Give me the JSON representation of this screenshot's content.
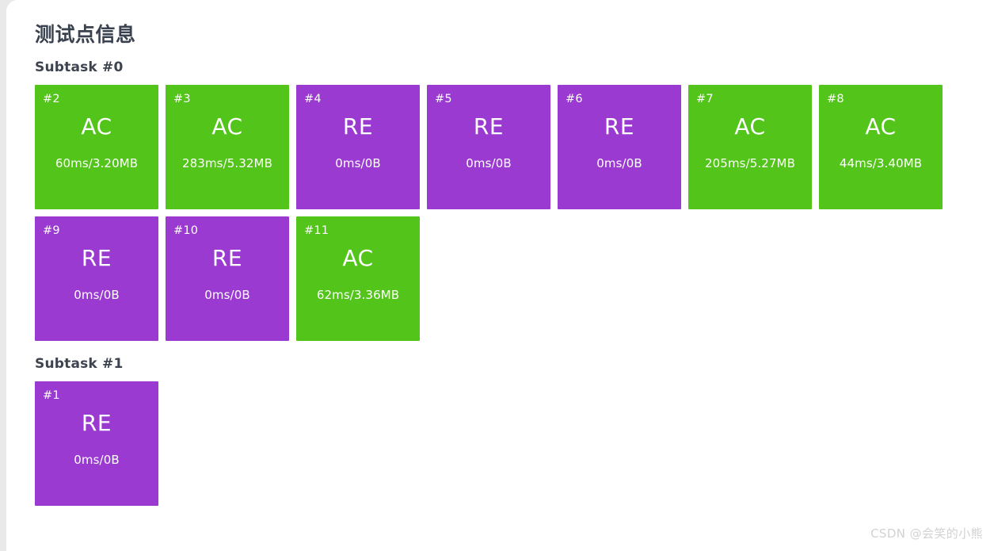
{
  "page": {
    "title": "测试点信息",
    "background_color": "#e9e9e9",
    "panel_color": "#ffffff"
  },
  "status_colors": {
    "AC": "#52c41a",
    "RE": "#9b3ad1"
  },
  "subtasks": [
    {
      "heading": "Subtask #0",
      "cases": [
        {
          "index": "#2",
          "status": "AC",
          "meta": "60ms/3.20MB"
        },
        {
          "index": "#3",
          "status": "AC",
          "meta": "283ms/5.32MB"
        },
        {
          "index": "#4",
          "status": "RE",
          "meta": "0ms/0B"
        },
        {
          "index": "#5",
          "status": "RE",
          "meta": "0ms/0B"
        },
        {
          "index": "#6",
          "status": "RE",
          "meta": "0ms/0B"
        },
        {
          "index": "#7",
          "status": "AC",
          "meta": "205ms/5.27MB"
        },
        {
          "index": "#8",
          "status": "AC",
          "meta": "44ms/3.40MB"
        },
        {
          "index": "#9",
          "status": "RE",
          "meta": "0ms/0B"
        },
        {
          "index": "#10",
          "status": "RE",
          "meta": "0ms/0B"
        },
        {
          "index": "#11",
          "status": "AC",
          "meta": "62ms/3.36MB"
        }
      ]
    },
    {
      "heading": "Subtask #1",
      "cases": [
        {
          "index": "#1",
          "status": "RE",
          "meta": "0ms/0B"
        }
      ]
    }
  ],
  "watermark": {
    "text": "CSDN @会笑的小熊"
  }
}
